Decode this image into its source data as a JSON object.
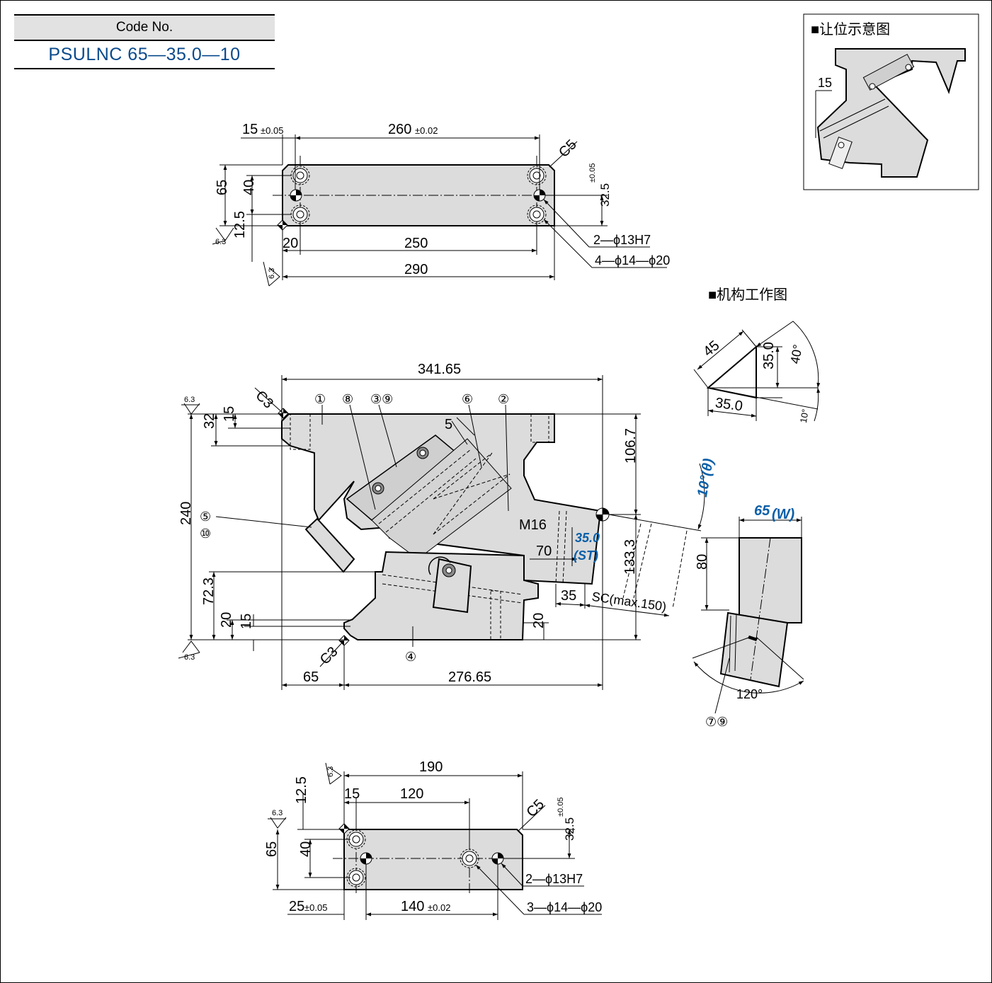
{
  "code_box": {
    "label": "Code No.",
    "value": "PSULNC 65—35.0—10"
  },
  "relief_diagram": {
    "title": "■让位示意图",
    "dim": "15"
  },
  "mechanism_diagram": {
    "title": "■机构工作图",
    "d45": "45",
    "d350v": "35.0",
    "d350h": "35.0",
    "a40": "40°",
    "a10": "10°"
  },
  "top_plate": {
    "d15": "15",
    "tol005": "±0.05",
    "d260": "260",
    "tol002": "±0.02",
    "c5": "C5",
    "d65": "65",
    "d40": "40",
    "d125": "12.5",
    "d325": "32.5",
    "d20": "20",
    "d250": "250",
    "d290": "290",
    "hole1": "2—ϕ13H7",
    "hole2": "4—ϕ14—ϕ20",
    "rough": "6.3"
  },
  "front_view": {
    "d34165": "341.65",
    "d1067": "106.7",
    "d1333": "133.3",
    "d240": "240",
    "d32": "32",
    "d15": "15",
    "d723": "72.3",
    "d20": "20",
    "d15b": "15",
    "d20r": "20",
    "d65": "65",
    "d27665": "276.65",
    "c3a": "C3",
    "c3b": "C3",
    "d5": "5",
    "m16": "M16",
    "d70": "70",
    "d35": "35",
    "sc": "SC(max.150)",
    "st": "35.0",
    "st_label": "(ST)",
    "theta": "10°(θ)",
    "rough": "6.3",
    "parts": [
      "①",
      "⑧",
      "③⑨",
      "⑥",
      "②",
      "⑤",
      "⑩",
      "④"
    ]
  },
  "side_view": {
    "w": "65",
    "w_label": "(W)",
    "d80": "80",
    "angle": "120°",
    "parts": "⑦⑨"
  },
  "bottom_plate": {
    "d190": "190",
    "d15": "15",
    "d120": "120",
    "c5": "C5",
    "d125": "12.5",
    "d65": "65",
    "d40": "40",
    "d325": "32.5",
    "tol005": "±0.05",
    "d25": "25",
    "d140": "140",
    "tol002": "±0.02",
    "hole1": "2—ϕ13H7",
    "hole2": "3—ϕ14—ϕ20",
    "rough": "6.3"
  }
}
